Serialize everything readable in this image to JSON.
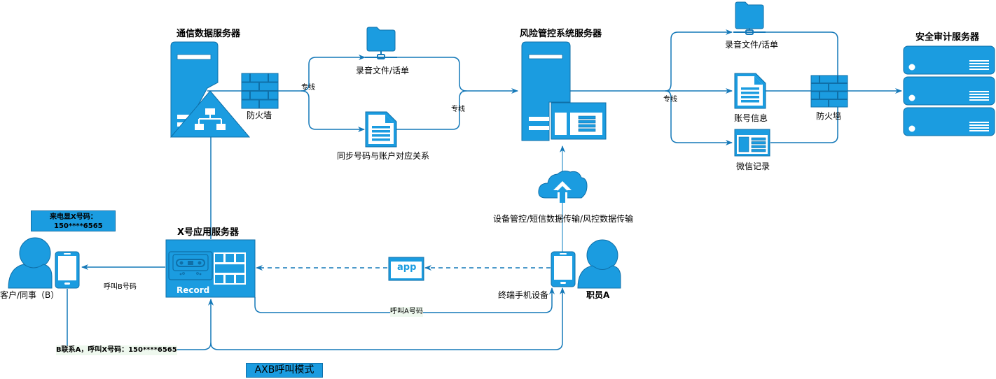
{
  "colors": {
    "primary": "#1b9ce0",
    "stroke": "#0f6fa8",
    "line": "#1478b8",
    "background": "#ffffff"
  },
  "nodes": {
    "comm_server": {
      "title": "通信数据服务器",
      "icon": "server-tower-network-icon"
    },
    "firewall_left": {
      "label": "防火墙",
      "icon": "firewall-icon"
    },
    "recording_top_left": {
      "label": "录音文件/话单",
      "icon": "network-folder-icon"
    },
    "sync_doc": {
      "label": "同步号码与账户对应关系",
      "icon": "document-icon"
    },
    "risk_server": {
      "title": "风险管控系统服务器",
      "icon": "server-tower-window-icon"
    },
    "recording_top_right": {
      "label": "录音文件/话单",
      "icon": "network-folder-icon"
    },
    "account_info": {
      "label": "账号信息",
      "icon": "document-icon"
    },
    "wechat_records": {
      "label": "微信记录",
      "icon": "browser-window-icon"
    },
    "firewall_right": {
      "label": "防火墙",
      "icon": "firewall-icon"
    },
    "audit_server": {
      "title": "安全审计服务器",
      "icon": "server-rack-icon"
    },
    "x_server": {
      "title": "X号应用服务器",
      "icon": "cassette-record-icon",
      "record_label": "Record"
    },
    "cloud": {
      "icon": "cloud-upload-icon"
    },
    "cloud_caption": {
      "label": "设备管控/短信数据传输/风控数据传输"
    },
    "app_box": {
      "label": "app"
    },
    "employee_phone": {
      "label": "终端手机设备",
      "icon": "mobile-phone-icon"
    },
    "employee": {
      "label": "职员A",
      "icon": "user-icon"
    },
    "customer": {
      "label": "客户/同事（B）",
      "icon": "user-icon"
    },
    "customer_phone": {
      "icon": "mobile-phone-icon"
    },
    "caller_id_callout": {
      "line1": "来电显X号码：",
      "line2": "150****6565"
    }
  },
  "edges": {
    "dedicated_line_1": "专线",
    "dedicated_line_2": "专线",
    "dedicated_line_3": "专线",
    "call_b": "呼叫B号码",
    "call_a": "呼叫A号码",
    "b_contacts_a": "B联系A，呼叫X号码：150****6565"
  },
  "mode_badge": "AXB呼叫模式"
}
